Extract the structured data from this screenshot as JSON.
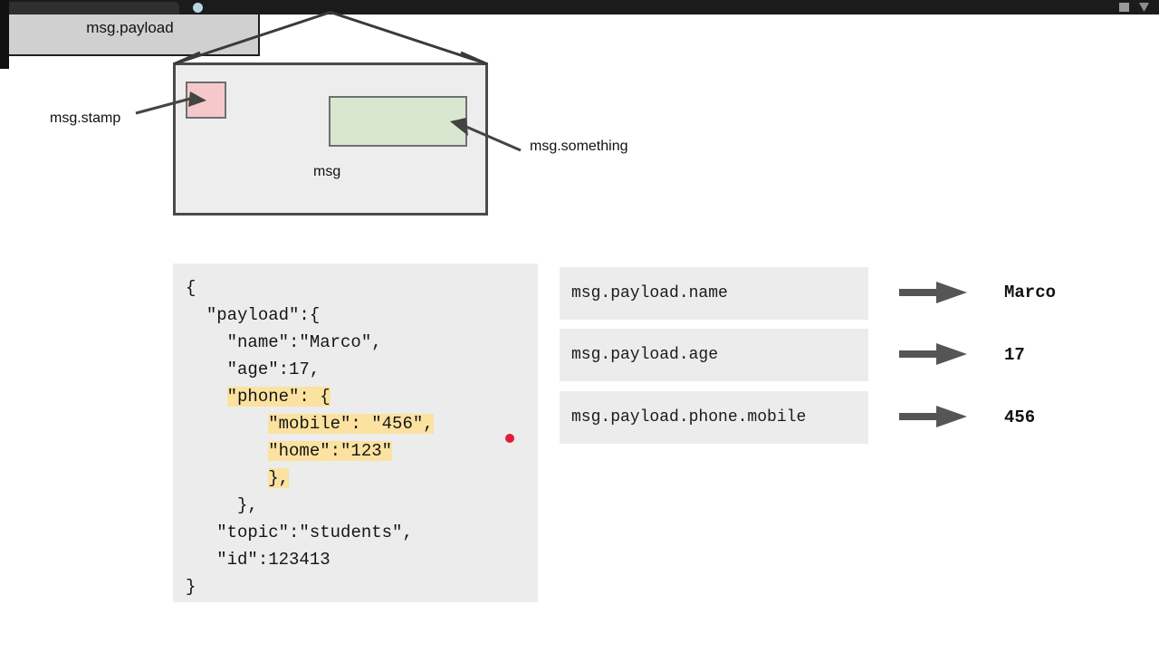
{
  "chrome": {
    "tab_label": "",
    "dot_icon": "record-dot-icon",
    "button_a_icon": "window-restore-icon",
    "button_b_icon": "chevron-down-icon"
  },
  "diagram": {
    "envelope_title": "msg.payload",
    "envelope_body_label": "msg",
    "stamp_annotation": "msg.stamp",
    "something_annotation": "msg.something",
    "colors": {
      "envelope_fill": "#ededed",
      "envelope_stroke": "#4a4a4a",
      "flap_stroke": "#3a3a3a",
      "payload_fill": "#d0d0d0",
      "payload_stroke": "#1f1f1f",
      "stamp_fill": "#f5c9cb",
      "something_fill": "#d9e7d1",
      "box_stroke": "#6f6f6f",
      "arrow_color": "#444444"
    }
  },
  "json_panel": {
    "background": "#ececec",
    "highlight_color": "#fbe2a0",
    "lines": [
      {
        "text": "{",
        "indent": 0,
        "highlight": false
      },
      {
        "text": "\"payload\":{",
        "indent": 2,
        "highlight": false
      },
      {
        "text": "\"name\":\"Marco\",",
        "indent": 4,
        "highlight": false
      },
      {
        "text": "\"age\":17,",
        "indent": 4,
        "highlight": false
      },
      {
        "text": "\"phone\": {",
        "indent": 4,
        "highlight": true
      },
      {
        "text": "\"mobile\": \"456\",",
        "indent": 8,
        "highlight": true
      },
      {
        "text": "\"home\":\"123\"",
        "indent": 8,
        "highlight": true
      },
      {
        "text": "},",
        "indent": 8,
        "highlight": true
      },
      {
        "text": "},",
        "indent": 5,
        "highlight": false
      },
      {
        "text": "\"topic\":\"students\",",
        "indent": 3,
        "highlight": false
      },
      {
        "text": "\"id\":123413",
        "indent": 3,
        "highlight": false
      },
      {
        "text": "}",
        "indent": 0,
        "highlight": false
      }
    ],
    "cursor_dot_color": "#e31b36"
  },
  "mappings": {
    "rows": [
      {
        "path": "msg.payload.name",
        "arrow_icon": "right-arrow-icon",
        "value": "Marco"
      },
      {
        "path": "msg.payload.age",
        "arrow_icon": "right-arrow-icon",
        "value": "17"
      },
      {
        "path": "msg.payload.phone.mobile",
        "arrow_icon": "right-arrow-icon",
        "value": "456"
      }
    ],
    "row_background": "#ececec",
    "arrow_color": "#555555"
  }
}
